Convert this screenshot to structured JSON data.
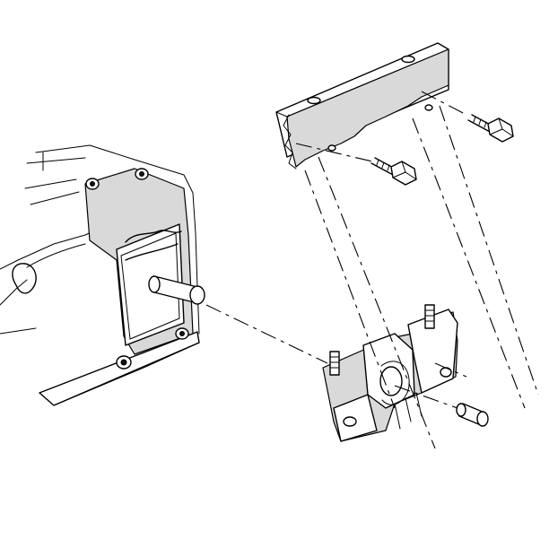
{
  "figure": {
    "type": "exploded-assembly-illustration",
    "text_labels": [],
    "colors": {
      "line": "#000000",
      "shade": "#d9d9d9",
      "background": "#ffffff"
    }
  },
  "parts": [
    {
      "id": "frame-crossmember",
      "icon": "frame-rail"
    },
    {
      "id": "mount-bolt-upper",
      "icon": "hex-bolt"
    },
    {
      "id": "mount-bolt-lower",
      "icon": "hex-bolt"
    },
    {
      "id": "transmission-case",
      "icon": "transmission-housing"
    },
    {
      "id": "transmission-mount-bracket",
      "icon": "mount-bracket"
    },
    {
      "id": "mount-stud",
      "icon": "stud"
    },
    {
      "id": "transmission-mount",
      "icon": "rubber-mount"
    },
    {
      "id": "mount-stud-left",
      "icon": "stud"
    },
    {
      "id": "mount-stud-right",
      "icon": "stud"
    },
    {
      "id": "mount-sleeve",
      "icon": "sleeve"
    },
    {
      "id": "alignment-lines",
      "icon": "centerline"
    }
  ]
}
